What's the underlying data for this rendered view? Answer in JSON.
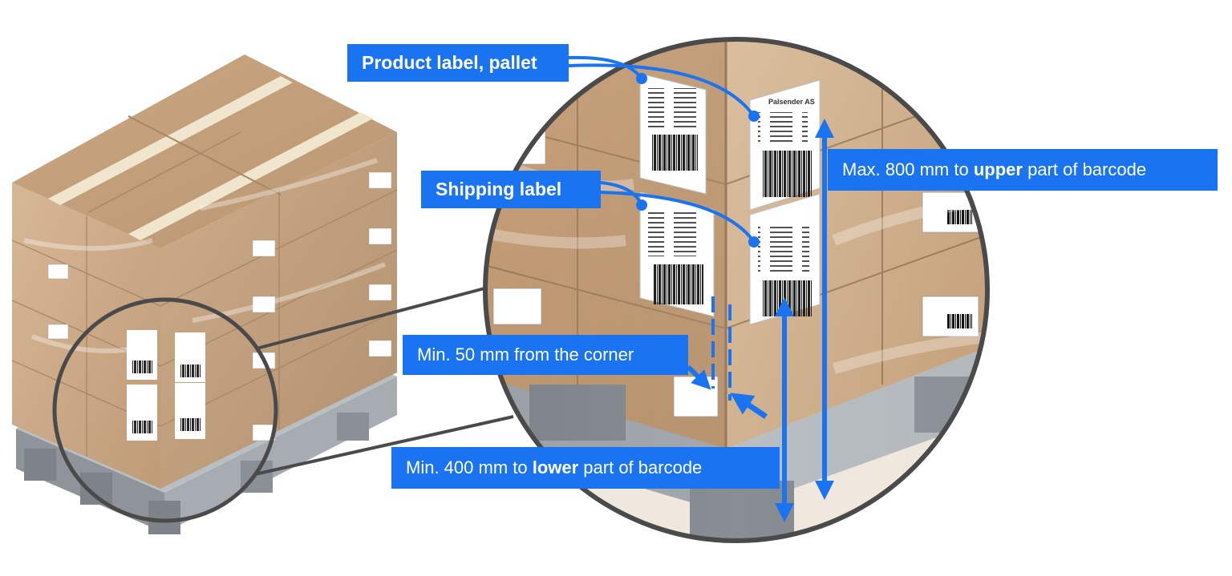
{
  "callouts": {
    "product_label": "Product label, pallet",
    "shipping_label": "Shipping label",
    "max_height_prefix": "Max. 800 mm to ",
    "max_height_bold": "upper",
    "max_height_suffix": " part of barcode",
    "corner_distance": "Min. 50 mm from the corner",
    "min_height_prefix": "Min. 400 mm to ",
    "min_height_bold": "lower",
    "min_height_suffix": " part of barcode"
  },
  "labels": {
    "sender_name": "Palsender AS"
  },
  "colors": {
    "accent": "#1a73f0",
    "cardboard": "#c9a47c",
    "cardboard_dark": "#a98560",
    "pallet": "#9aa0a6",
    "ring": "#4a4a4a",
    "background": "#ffffff"
  }
}
